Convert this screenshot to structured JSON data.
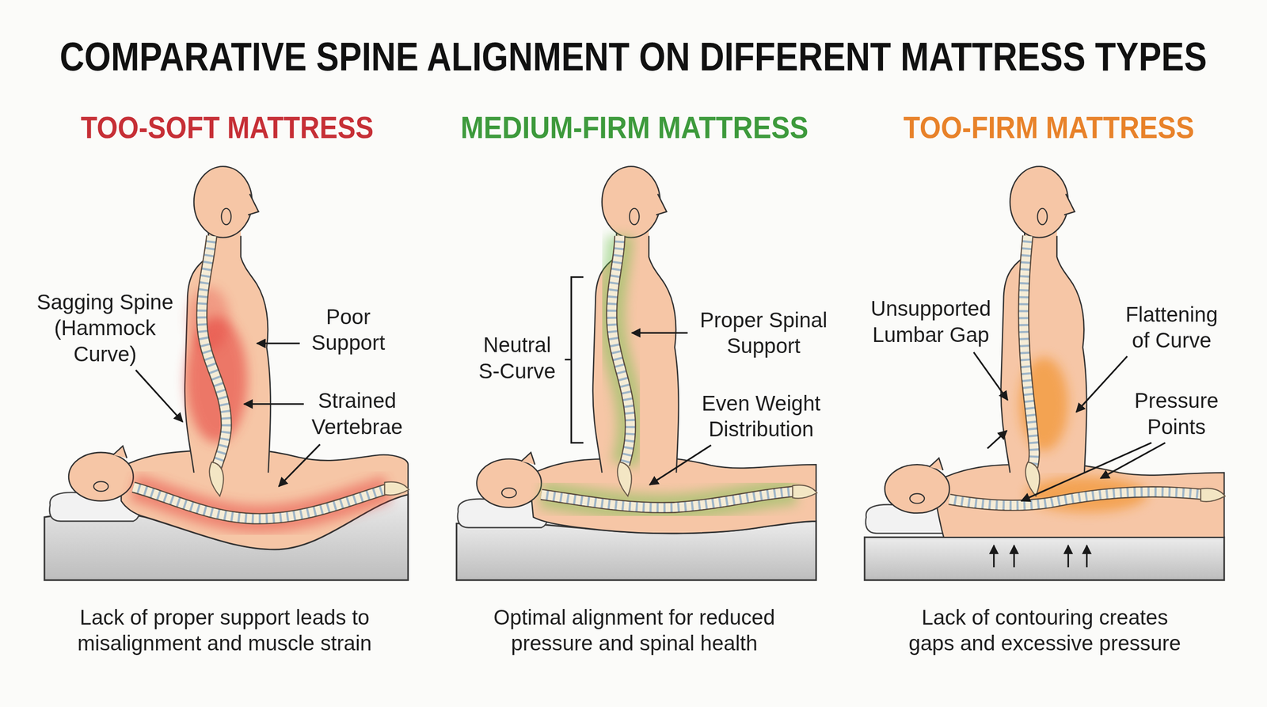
{
  "diagram": {
    "title": "COMPARATIVE SPINE ALIGNMENT ON DIFFERENT MATTRESS TYPES",
    "labels": [
      "TOO-SOFT MATTRESS",
      "Sagging Spine (Hammock Curve)",
      "Poor Support",
      "Strained Vertebrae",
      "Lack of proper support leads to misalignment and muscle strain",
      "MEDIUM-FIRM MATTRESS",
      "Neutral S-Curve",
      "Proper Spinal Support",
      "Even Weight Distribution",
      "Optimal alignment for reduced pressure and spinal health",
      "TOO-FIRM MATTRESS",
      "Unsupported Lumbar Gap",
      "Flattening of Curve",
      "Pressure Points",
      "Lack of contouring creates gaps and excessive pressure"
    ]
  }
}
